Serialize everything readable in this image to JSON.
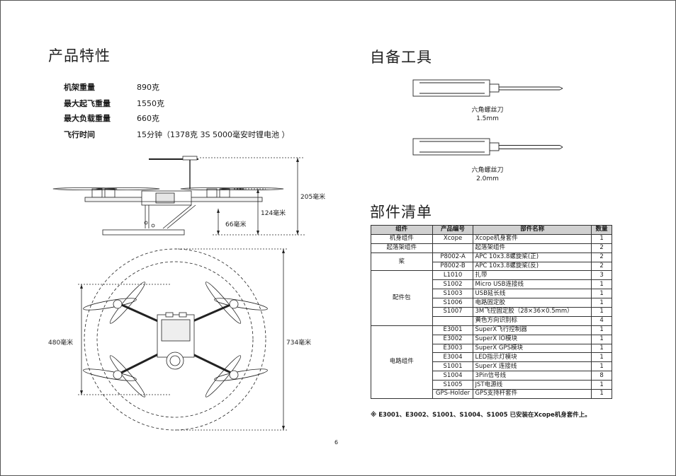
{
  "features": {
    "title": "产品特性",
    "specs": [
      {
        "key": "机架重量",
        "value": "890克"
      },
      {
        "key": "最大起飞重量",
        "value": "1550克"
      },
      {
        "key": "最大负载重量",
        "value": "660克"
      },
      {
        "key": "飞行时间",
        "value": "15分钟（1378克  3S 5000毫安时锂电池 ）"
      }
    ]
  },
  "dimensions": {
    "total_height": "205毫米",
    "arm_height": "124毫米",
    "leg_height": "66毫米",
    "wheelbase": "480毫米",
    "prop_span": "734毫米"
  },
  "tools": {
    "title": "自备工具",
    "items": [
      {
        "name": "六角螺丝刀",
        "size": "1.5mm"
      },
      {
        "name": "六角螺丝刀",
        "size": "2.0mm"
      }
    ]
  },
  "parts": {
    "title": "部件清单",
    "headers": [
      "组件",
      "产品编号",
      "部件名称",
      "数量"
    ],
    "groups": [
      {
        "name": "机身组件",
        "rows": [
          {
            "code": "Xcope",
            "part": "Xcope机身套件",
            "qty": "1"
          }
        ]
      },
      {
        "name": "起落架组件",
        "rows": [
          {
            "code": "",
            "part": "起落架组件",
            "qty": "2"
          }
        ]
      },
      {
        "name": "桨",
        "rows": [
          {
            "code": "P8002-A",
            "part": "APC 10x3.8螺旋桨(正)",
            "qty": "2"
          },
          {
            "code": "P8002-B",
            "part": "APC 10x3.8螺旋桨(反)",
            "qty": "2"
          }
        ]
      },
      {
        "name": "配件包",
        "rows": [
          {
            "code": "L1010",
            "part": "扎带",
            "qty": "3"
          },
          {
            "code": "S1002",
            "part": "Micro USB连接线",
            "qty": "1"
          },
          {
            "code": "S1003",
            "part": "USB延长线",
            "qty": "1"
          },
          {
            "code": "S1006",
            "part": "电路固定胶",
            "qty": "1"
          },
          {
            "code": "S1007",
            "part": "3M飞控固定胶（28×36×0.5mm）",
            "qty": "1"
          },
          {
            "code": "",
            "part": "黄色方向识别标",
            "qty": "4"
          }
        ]
      },
      {
        "name": "电路组件",
        "rows": [
          {
            "code": "E3001",
            "part": "SuperX飞行控制器",
            "qty": "1"
          },
          {
            "code": "E3002",
            "part": "SuperX IO模块",
            "qty": "1"
          },
          {
            "code": "E3003",
            "part": "SuperX GPS模块",
            "qty": "1"
          },
          {
            "code": "E3004",
            "part": "LED指示灯模块",
            "qty": "1"
          },
          {
            "code": "S1001",
            "part": "SuperX 连接线",
            "qty": "1"
          },
          {
            "code": "S1004",
            "part": "3Pin信号线",
            "qty": "8"
          },
          {
            "code": "S1005",
            "part": "JST电源线",
            "qty": "1"
          },
          {
            "code": "GPS-Holder",
            "part": "GPS支持杆套件",
            "qty": "1"
          }
        ]
      }
    ],
    "note": "※ E3001、E3002、S1001、S1004、S1005 已安装在Xcope机身套件上。"
  },
  "page_number": "6"
}
